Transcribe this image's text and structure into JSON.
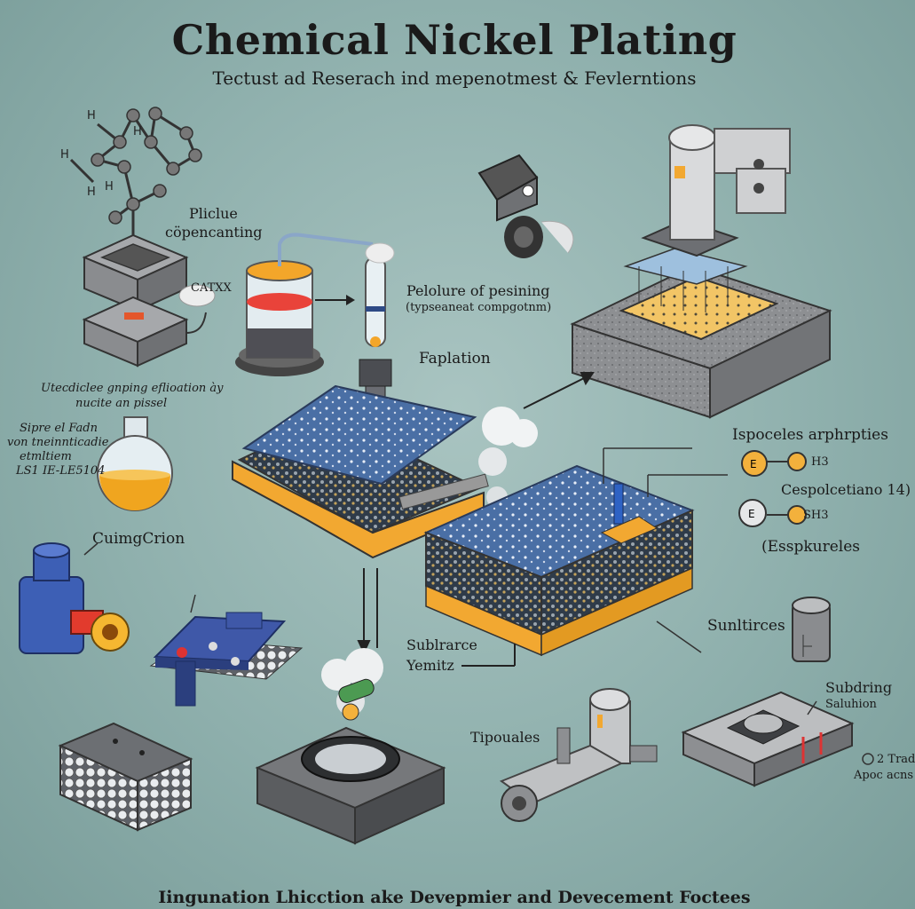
{
  "title": "Chemical Nickel Plating",
  "subtitle": "Tectust ad Reserach ind mepenotmest & Fevlerntions",
  "footer": "Iingunation Lhicction ake Devepmier and Devecement Foctees",
  "labels": {
    "pliclue": "Pliclue",
    "copencanting": "cöpencanting",
    "catxx": "CATXX",
    "pelolure": "Pelolure of pesining",
    "pelolure_sub": "(typseaneat compgotnm)",
    "faplation": "Faplation",
    "utecdictee_1": "Utecdiclee gnping eflioation ày",
    "utecdictee_2": "nucite an pissel",
    "sipre_1": "Sipre el Fadn",
    "sipre_2": "von tneinnticadie",
    "sipre_3": "etmltiem",
    "sipre_4": "LS1 IE-LE5104",
    "cuimg": "CuimgCrion",
    "ispoceles": "Ispoceles arphrpties",
    "h3_a": "H3",
    "h3_b": "SH3",
    "cespolcetiano": "Cespolcetiano 14)",
    "esspkureles": "(Esspkureles",
    "sublrarce": "Sublrarce",
    "yemitz": "Yemitz",
    "sunltirces": "Sunltirces",
    "subdring": "Subdring",
    "saluhion": "Saluhion",
    "tipouales": "Tipouales",
    "two_trad": "2 Trad",
    "apoc_acns": "Apoc acns"
  }
}
